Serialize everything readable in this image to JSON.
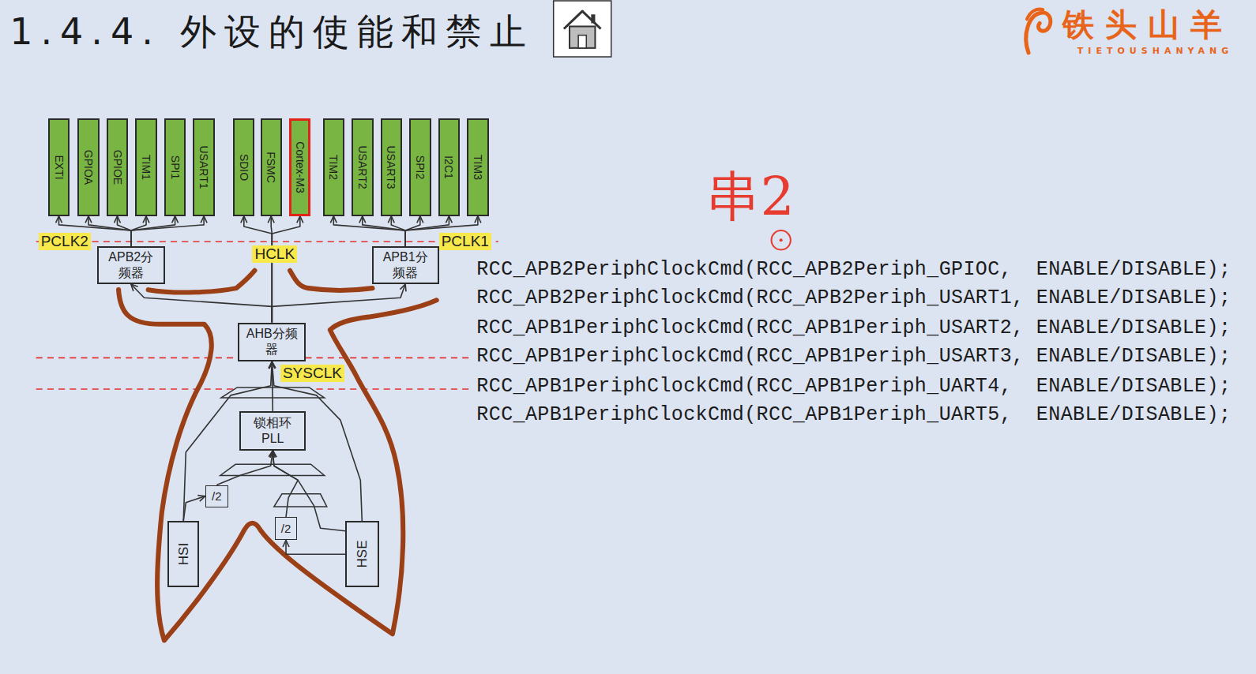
{
  "diagram": {
    "title": "1.4.4. 外设的使能和禁止",
    "nodes": [
      {
        "text": [
          "EXTI"
        ]
      },
      {
        "text": [
          "GPIOA"
        ]
      },
      {
        "text": [
          "GPIOE"
        ]
      },
      {
        "text": [
          "TIM1"
        ]
      },
      {
        "text": [
          "SPI1"
        ]
      },
      {
        "text": [
          "USART1"
        ]
      },
      {
        "text": [
          "SDIO"
        ]
      },
      {
        "text": [
          "FSMC"
        ]
      },
      {
        "text": [
          "Cortex-M3"
        ]
      },
      {
        "text": [
          "TIM2"
        ]
      },
      {
        "text": [
          "USART2"
        ]
      },
      {
        "text": [
          "USART3"
        ]
      },
      {
        "text": [
          "SPI2"
        ]
      },
      {
        "text": [
          "I2C1"
        ]
      },
      {
        "text": [
          "TIM3"
        ]
      },
      {
        "text": [
          "APB2分频器"
        ]
      },
      {
        "text": [
          "APB1分频器"
        ]
      },
      {
        "text": [
          "AHB分频器"
        ]
      },
      {
        "text": [
          "锁相环 PLL"
        ]
      },
      {
        "text": [
          "/2"
        ]
      },
      {
        "text": [
          "/2"
        ]
      },
      {
        "text": [
          "HSI"
        ]
      },
      {
        "text": [
          "HSE"
        ]
      }
    ],
    "edges": [
      {
        "from": 15,
        "to": 0,
        "arrow": "to"
      },
      {
        "from": 15,
        "to": 1,
        "arrow": "to"
      },
      {
        "from": 15,
        "to": 2,
        "arrow": "to"
      },
      {
        "from": 15,
        "to": 3,
        "arrow": "to"
      },
      {
        "from": 15,
        "to": 4,
        "arrow": "to"
      },
      {
        "from": 15,
        "to": 5,
        "arrow": "to"
      },
      {
        "from": 17,
        "to": 6,
        "arrow": "to"
      },
      {
        "from": 17,
        "to": 7,
        "arrow": "to"
      },
      {
        "from": 17,
        "to": 8,
        "arrow": "to"
      },
      {
        "from": 16,
        "to": 9,
        "arrow": "to"
      },
      {
        "from": 16,
        "to": 10,
        "arrow": "to"
      },
      {
        "from": 16,
        "to": 11,
        "arrow": "to"
      },
      {
        "from": 16,
        "to": 12,
        "arrow": "to"
      },
      {
        "from": 16,
        "to": 13,
        "arrow": "to"
      },
      {
        "from": 16,
        "to": 14,
        "arrow": "to"
      },
      {
        "from": 17,
        "to": 15,
        "arrow": "to"
      },
      {
        "from": 17,
        "to": 16,
        "arrow": "to"
      },
      {
        "from": 18,
        "to": 17,
        "arrow": "to"
      },
      {
        "from": 21,
        "to": 17,
        "arrow": "to"
      },
      {
        "from": 22,
        "to": 17,
        "arrow": "to"
      },
      {
        "from": 21,
        "to": 19,
        "arrow": "to"
      },
      {
        "from": 19,
        "to": 18,
        "arrow": "to"
      },
      {
        "from": 22,
        "to": 20,
        "arrow": "to"
      },
      {
        "from": 20,
        "to": 18,
        "arrow": "to"
      },
      {
        "from": 22,
        "to": 18,
        "arrow": "to"
      }
    ],
    "labels": [
      "铁头山羊",
      "TIETOUSHANYANG",
      "PCLK2",
      "HCLK",
      "PCLK1",
      "SYSCLK",
      "串2",
      "RCC_APB2PeriphClockCmd(RCC_APB2Periph_GPIOC,  ENABLE/DISABLE);",
      "RCC_APB2PeriphClockCmd(RCC_APB2Periph_USART1, ENABLE/DISABLE);",
      "RCC_APB1PeriphClockCmd(RCC_APB1Periph_USART2, ENABLE/DISABLE);",
      "RCC_APB1PeriphClockCmd(RCC_APB1Periph_USART3, ENABLE/DISABLE);",
      "RCC_APB1PeriphClockCmd(RCC_APB1Periph_UART4,  ENABLE/DISABLE);",
      "RCC_APB1PeriphClockCmd(RCC_APB1Periph_UART5,  ENABLE/DISABLE);"
    ]
  }
}
